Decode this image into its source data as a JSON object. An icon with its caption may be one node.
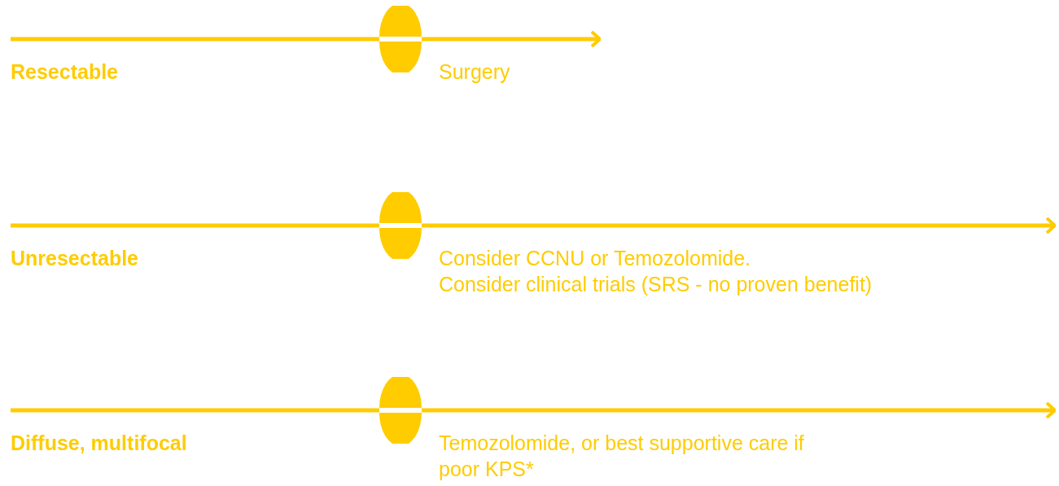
{
  "diagram": {
    "nodes": [
      {
        "text": [],
        "shape": "circle",
        "beside": [
          "Surgery"
        ]
      },
      {
        "text": [],
        "shape": "circle",
        "beside": [
          "Consider CCNU or Temozolomide.",
          "Consider clinical trials (SRS - no proven benefit)"
        ]
      },
      {
        "text": [],
        "shape": "circle",
        "beside": [
          "Temozolomide, or best supportive care if poor KPS*"
        ]
      }
    ],
    "edges": [
      {
        "from": null,
        "to": 0,
        "arrow": "none",
        "label": "Resectable"
      },
      {
        "from": 0,
        "to": null,
        "arrow": "to"
      },
      {
        "from": null,
        "to": 1,
        "arrow": "none",
        "label": "Unresectable"
      },
      {
        "from": 1,
        "to": null,
        "arrow": "to"
      },
      {
        "from": null,
        "to": 2,
        "arrow": "none",
        "label": "Diffuse, multifocal"
      },
      {
        "from": 2,
        "to": null,
        "arrow": "to"
      }
    ]
  }
}
